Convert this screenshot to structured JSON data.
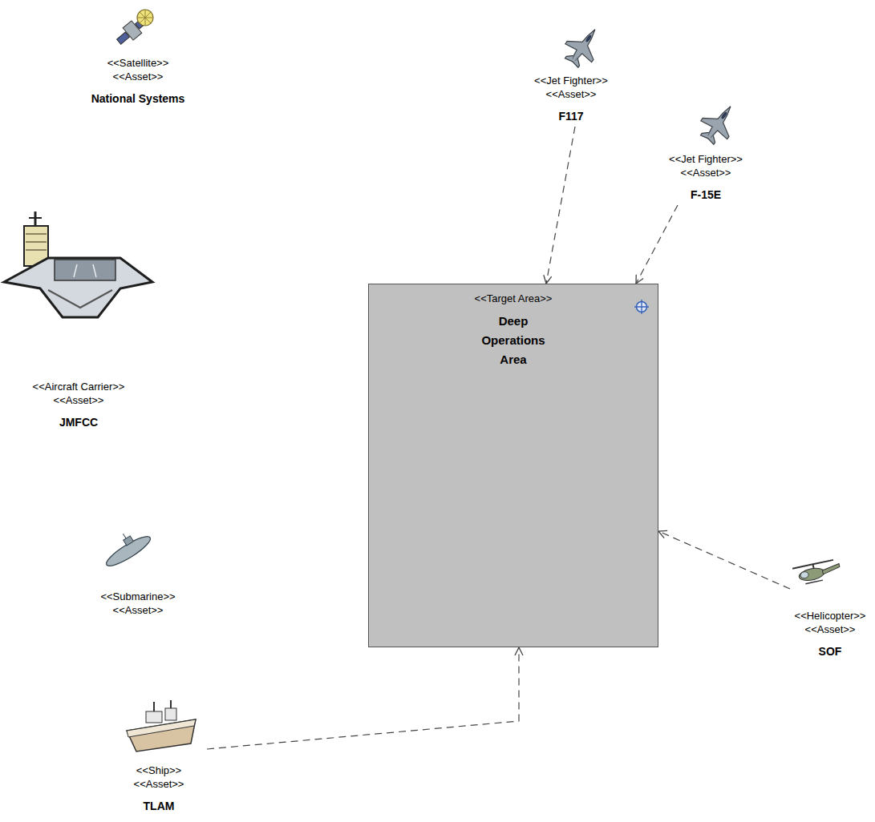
{
  "diagram": {
    "nodes": [
      {
        "text": [
          "<<Satellite>>",
          "<<Asset>>",
          "National Systems"
        ]
      },
      {
        "text": [
          "<<Jet Fighter>>",
          "<<Asset>>",
          "F117"
        ]
      },
      {
        "text": [
          "<<Jet Fighter>>",
          "<<Asset>>",
          "F-15E"
        ]
      },
      {
        "text": [
          "<<Aircraft Carrier>>",
          "<<Asset>>",
          "JMFCC"
        ]
      },
      {
        "text": [
          "<<Target Area>>",
          "Deep Operations Area"
        ]
      },
      {
        "text": [
          "<<Submarine>>",
          "<<Asset>>"
        ]
      },
      {
        "text": [
          "<<Helicopter>>",
          "<<Asset>>",
          "SOF"
        ]
      },
      {
        "text": [
          "<<Ship>>",
          "<<Asset>>",
          "TLAM"
        ]
      }
    ],
    "edges": [
      {
        "from": 1,
        "to": 4,
        "arrow": "to"
      },
      {
        "from": 2,
        "to": 4,
        "arrow": "to"
      },
      {
        "from": 6,
        "to": 4,
        "arrow": "to"
      },
      {
        "from": 7,
        "to": 4,
        "arrow": "to"
      }
    ]
  }
}
